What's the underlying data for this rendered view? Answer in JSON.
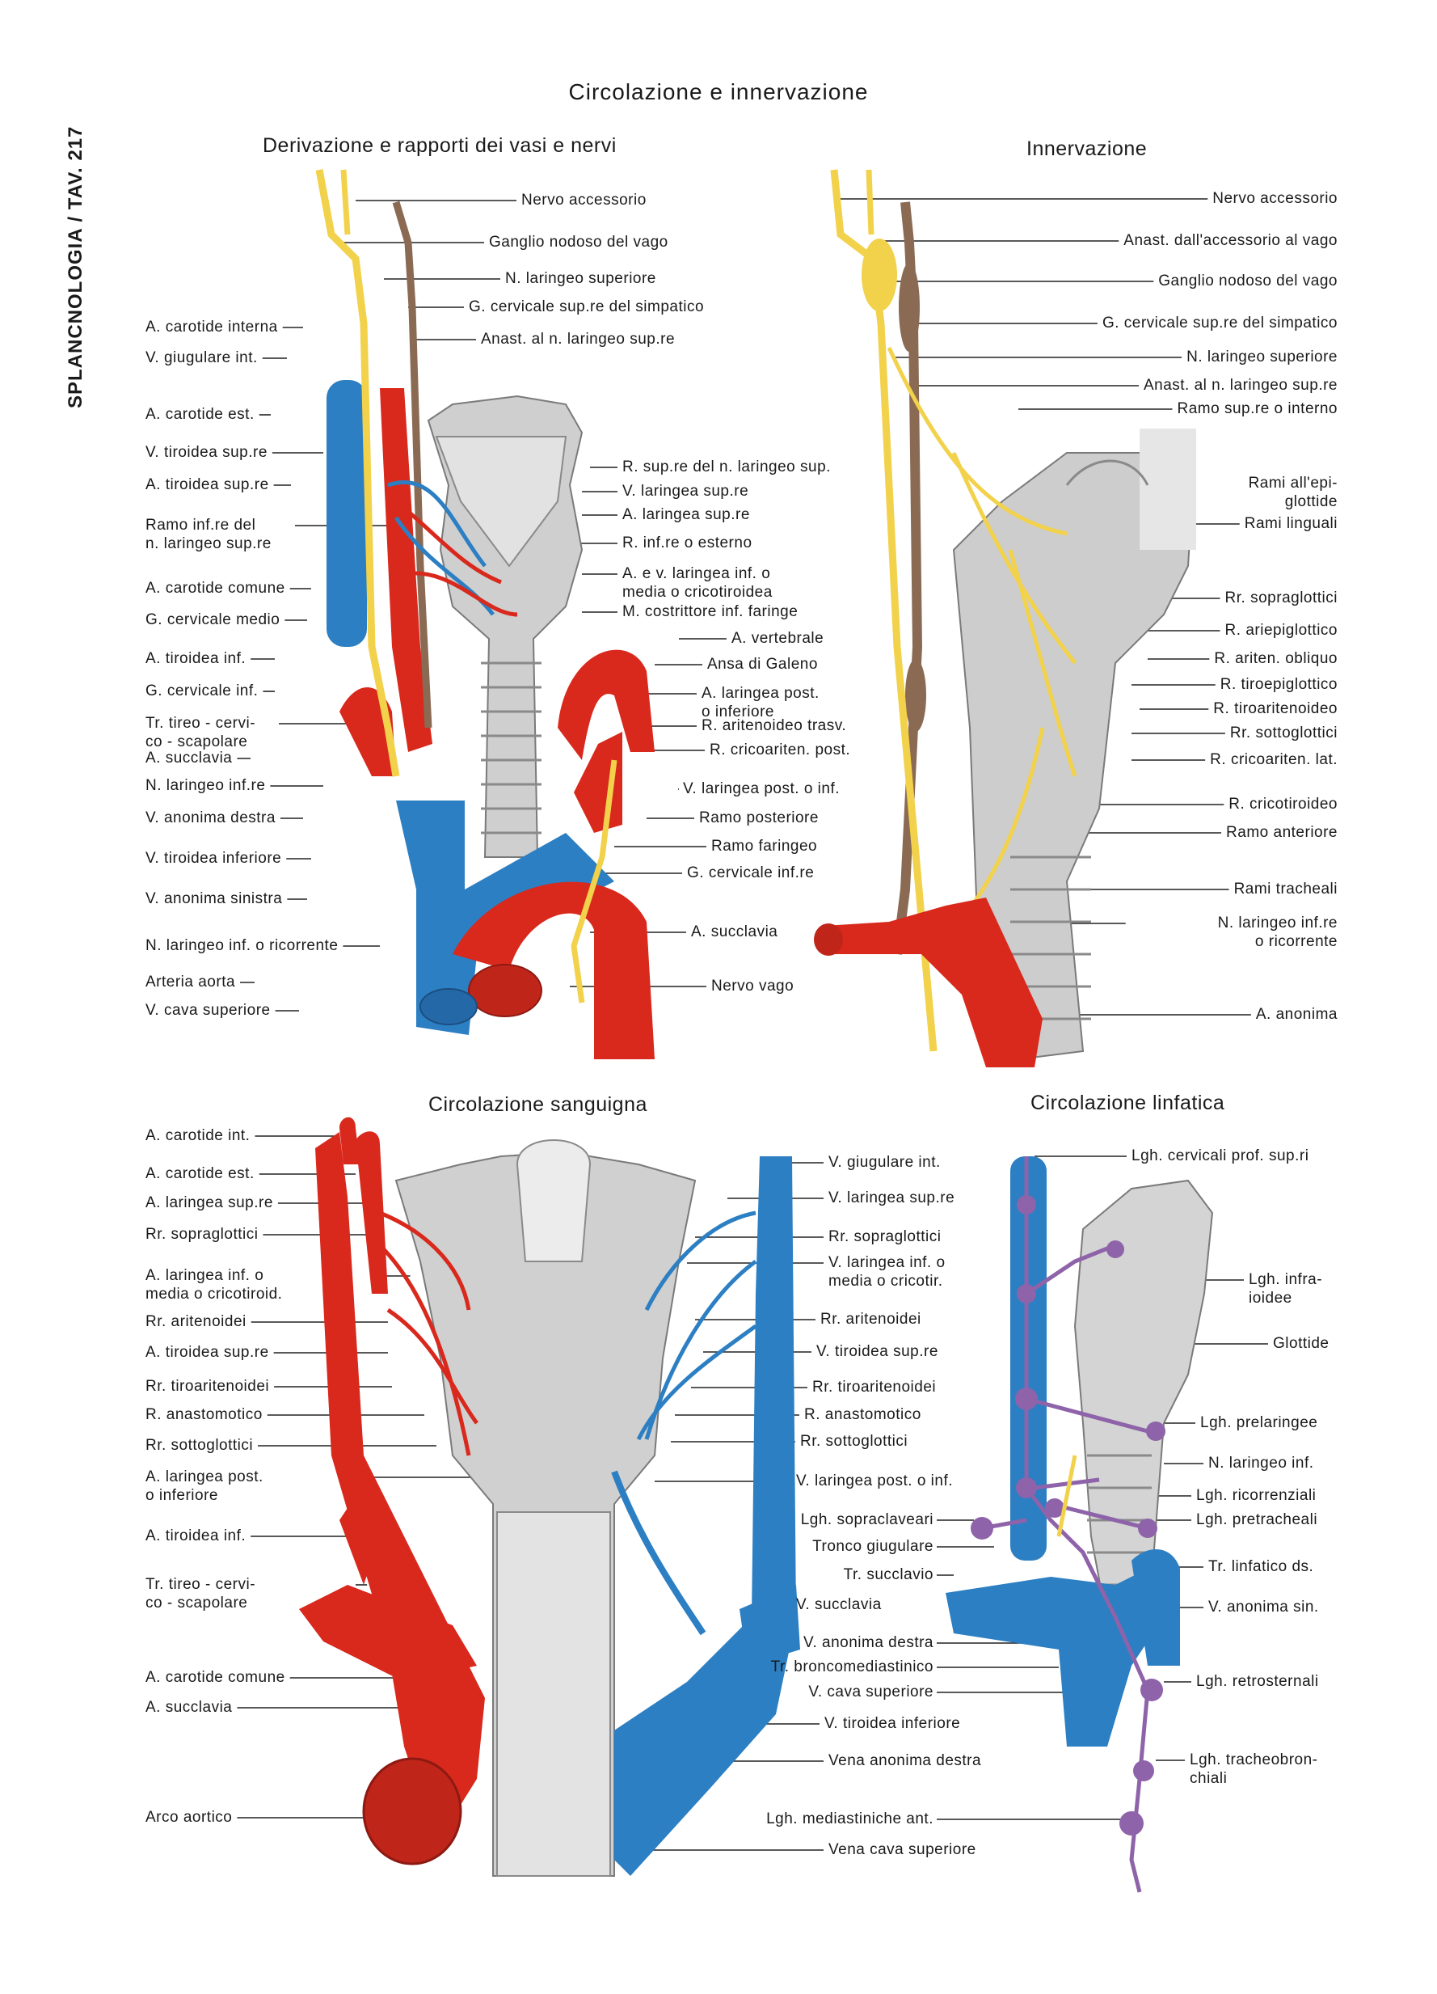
{
  "side_tag": "SPLANCNOLOGIA / TAV. 217",
  "title": "Circolazione e innervazione",
  "colors": {
    "artery": "#d9281c",
    "vein": "#2c7fc3",
    "nerve": "#f2d14b",
    "sympathetic": "#8a6a52",
    "lymph": "#8e63a9",
    "tissue": "#c9c9c9"
  },
  "panels": {
    "derivazione": {
      "title": "Derivazione e rapporti dei vasi e nervi",
      "labels_left": [
        "A. carotide interna",
        "V. giugulare int.",
        "A. carotide est.",
        "V. tiroidea sup.re",
        "A. tiroidea sup.re",
        "Ramo inf.re del\nn. laringeo sup.re",
        "A. carotide comune",
        "G. cervicale medio",
        "A. tiroidea inf.",
        "G. cervicale inf.",
        "Tr. tireo - cervi-\nco - scapolare",
        "A. succlavia",
        "N. laringeo inf.re",
        "V. anonima destra",
        "V. tiroidea inferiore",
        "V. anonima sinistra",
        "N. laringeo inf. o ricorrente",
        "Arteria aorta",
        "V. cava superiore"
      ],
      "labels_right": [
        "Nervo accessorio",
        "Ganglio nodoso del vago",
        "N. laringeo superiore",
        "G. cervicale sup.re del simpatico",
        "Anast. al n. laringeo sup.re",
        "R. sup.re del n. laringeo sup.",
        "V. laringea sup.re",
        "A. laringea sup.re",
        "R. inf.re o esterno",
        "A. e v. laringea inf. o\nmedia o cricotiroidea",
        "M. costrittore inf. faringe",
        "A. vertebrale",
        "Ansa di Galeno",
        "A. laringea post.\no inferiore",
        "R. aritenoideo trasv.",
        "R. cricoariten. post.",
        "V. laringea post. o inf.",
        "Ramo posteriore",
        "Ramo faringeo",
        "G. cervicale inf.re",
        "A. succlavia",
        "Nervo vago"
      ]
    },
    "innervazione": {
      "title": "Innervazione",
      "labels_right": [
        "Nervo accessorio",
        "Anast. dall'accessorio al vago",
        "Ganglio nodoso del vago",
        "G. cervicale sup.re del simpatico",
        "N. laringeo superiore",
        "Anast. al n. laringeo sup.re",
        "Ramo sup.re o interno",
        "Rami all'epi-\nglottide",
        "Rami linguali",
        "Rr. sopraglottici",
        "R. ariepiglottico",
        "R. ariten. obliquo",
        "R. tiroepiglottico",
        "R. tiroaritenoideo",
        "Rr. sottoglottici",
        "R. cricoariten. lat.",
        "R. cricotiroideo",
        "Ramo anteriore",
        "Rami tracheali",
        "N. laringeo inf.re\no ricorrente",
        "A. anonima"
      ]
    },
    "sanguigna": {
      "title": "Circolazione sanguigna",
      "labels_left": [
        "A. carotide int.",
        "A. carotide est.",
        "A. laringea sup.re",
        "Rr. sopraglottici",
        "A. laringea inf. o\nmedia o cricotiroid.",
        "Rr. aritenoidei",
        "A. tiroidea sup.re",
        "Rr. tiroaritenoidei",
        "R. anastomotico",
        "Rr. sottoglottici",
        "A. laringea post.\no inferiore",
        "A. tiroidea inf.",
        "Tr. tireo - cervi-\nco - scapolare",
        "A. carotide comune",
        "A. succlavia",
        "Arco aortico"
      ],
      "labels_right": [
        "V. giugulare int.",
        "V. laringea sup.re",
        "Rr. sopraglottici",
        "V. laringea inf. o\nmedia o cricotir.",
        "Rr. aritenoidei",
        "V. tiroidea sup.re",
        "Rr. tiroaritenoidei",
        "R. anastomotico",
        "Rr. sottoglottici",
        "V. laringea post. o inf.",
        "V. succlavia",
        "V. tiroidea inferiore",
        "Vena anonima destra",
        "Vena cava superiore"
      ]
    },
    "linfatica": {
      "title": "Circolazione linfatica",
      "labels_left": [
        "Lgh. sopraclaveari",
        "Tronco giugulare",
        "Tr. succlavio",
        "V. anonima destra",
        "Tr. broncomediastinico",
        "V. cava superiore",
        "Lgh. mediastiniche ant."
      ],
      "labels_right": [
        "Lgh. cervicali prof. sup.ri",
        "Lgh. infra-\nioidee",
        "Glottide",
        "Lgh. prelaringee",
        "N. laringeo inf.",
        "Lgh. ricorrenziali",
        "Lgh. pretracheali",
        "Tr. linfatico ds.",
        "V. anonima sin.",
        "Lgh. retrosternali",
        "Lgh. tracheobron-\nchiali"
      ]
    }
  }
}
